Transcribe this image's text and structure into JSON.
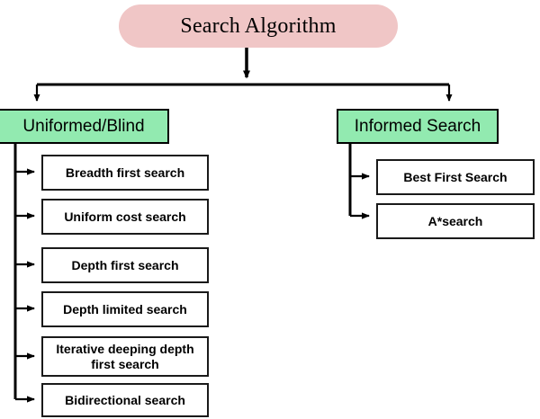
{
  "diagram": {
    "title": "Search Algorithm",
    "colors": {
      "root_fill": "#f0c6c6",
      "category_fill": "#92eab0",
      "leaf_fill": "#ffffff",
      "stroke": "#000000",
      "background": "#ffffff"
    },
    "root": {
      "label": "Search Algorithm"
    },
    "categories": [
      {
        "id": "uninformed",
        "label": "Uniformed/Blind",
        "children": [
          {
            "label": "Breadth first search"
          },
          {
            "label": "Uniform cost search"
          },
          {
            "label": "Depth first search"
          },
          {
            "label": "Depth limited search"
          },
          {
            "label": "Iterative deeping depth\nfirst search"
          },
          {
            "label": "Bidirectional search"
          }
        ]
      },
      {
        "id": "informed",
        "label": "Informed Search",
        "children": [
          {
            "label": "Best First Search"
          },
          {
            "label": "A*search"
          }
        ]
      }
    ]
  }
}
